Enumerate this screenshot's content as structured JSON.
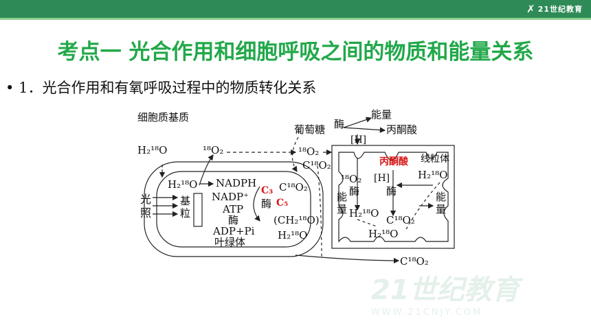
{
  "header": {
    "logo_mark": "✗",
    "logo_text": "21世纪教育"
  },
  "page_title": "考点一    光合作用和细胞呼吸之间的物质和能量关系",
  "bullet": {
    "marker": "•",
    "text": "1．光合作用和有氧呼吸过程中的物质转化关系"
  },
  "diagram": {
    "cytoplasm_label": "细胞质基质",
    "chloroplast_label": "叶绿体",
    "mitochondrion_label": "线粒体",
    "h2o_outside": "H₂¹⁸O",
    "o2_top": "¹⁸O₂",
    "o2_middle": "¹⁸O₂",
    "co2_middle": "C¹⁸O₂",
    "glucose": "葡萄糖",
    "enzyme_top": "酶",
    "energy_top": "能量",
    "pyruvate_top": "丙酮酸",
    "h_top": "[H]",
    "chloro": {
      "h2o_in": "H₂¹⁸O",
      "nadph": "NADPH",
      "nadp": "NADP⁺",
      "atp": "ATP",
      "enzyme": "酶",
      "adp": "ADP+Pi",
      "c3": "C₃",
      "c5": "C₅",
      "co2": "C¹⁸O₂",
      "ch2o": "(CH₂¹⁸O)",
      "h2o_out": "H₂¹⁸O",
      "light_1": "光",
      "light_2": "照",
      "grana_1": "基",
      "grana_2": "粒",
      "cycle_enzyme": "酶"
    },
    "mito": {
      "pyruvate": "丙酮酸",
      "o2": "¹⁸O₂",
      "h": "[H]",
      "h2o_in": "H₂¹⁸O",
      "enzyme_left": "酶",
      "enzyme_mid": "酶",
      "energy_left_1": "能",
      "energy_left_2": "量",
      "energy_right_1": "能",
      "energy_right_2": "量",
      "h2o_mid": "H₂¹⁸O",
      "co2_mid": "C¹⁸O₂",
      "h2o_bottom": "H₂¹⁸O"
    },
    "co2_bottom": "C¹⁸O₂"
  },
  "watermark": {
    "main": "21世纪教育",
    "sub": "WWW.21CNJY.COM"
  },
  "colors": {
    "header_green": "#2e8b57",
    "title_green": "#22a84a",
    "highlight_red": "#d81818"
  }
}
